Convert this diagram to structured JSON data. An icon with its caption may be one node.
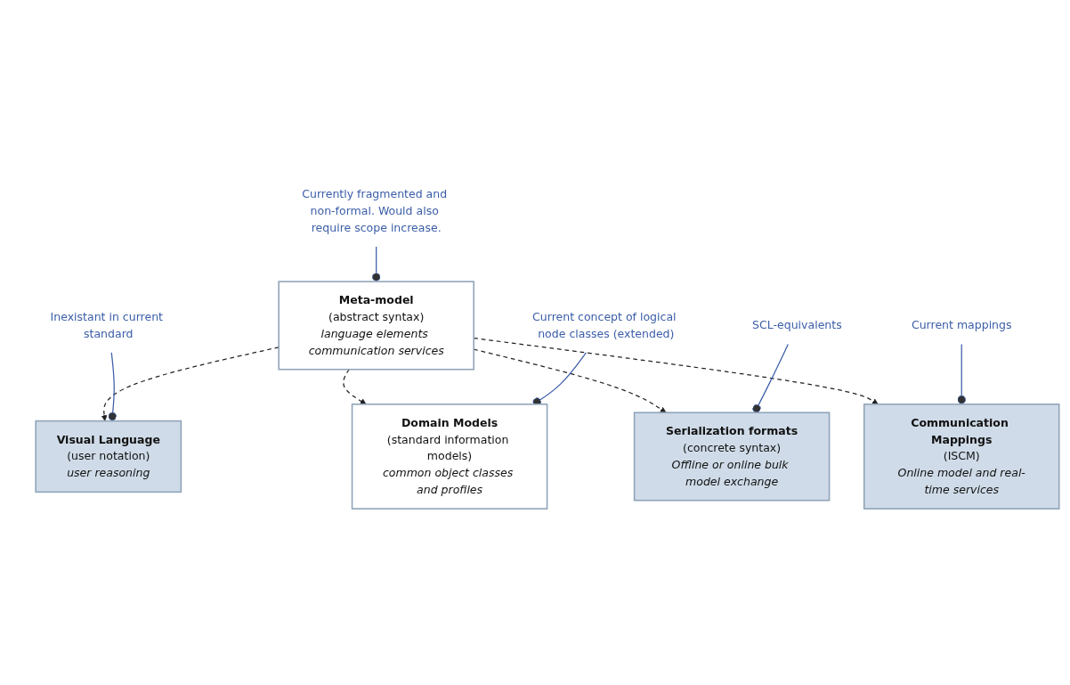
{
  "diagram": {
    "nodes": [
      {
        "text": [
          "Visual Language",
          "(user notation)",
          "user reasoning"
        ]
      },
      {
        "text": [
          "Domain Models",
          "(standard information models)",
          "common object classes and profiles"
        ]
      },
      {
        "text": [
          "Meta-model",
          "(abstract syntax)",
          "language elements communication services"
        ]
      },
      {
        "text": [
          "Serialization formats",
          "(concrete syntax)",
          "Offline or online bulk model exchange"
        ]
      },
      {
        "text": [
          "Communication Mappings",
          "(ISCM)",
          "Online model and real-time services"
        ]
      },
      {
        "text": [
          "Inexistant in current standard"
        ]
      },
      {
        "text": [
          "Current concept of logical node classes (extended)"
        ]
      },
      {
        "text": [
          "SCL-equivalents"
        ]
      },
      {
        "text": [
          "Currently fragmented and non-formal. Would also require scope increase."
        ]
      },
      {
        "text": [
          "Current mappings"
        ]
      }
    ],
    "edges": [
      {
        "from": 2,
        "to": 0,
        "arrow": "to",
        "style": "dashed",
        "color": "#222222"
      },
      {
        "from": 2,
        "to": 1,
        "arrow": "to",
        "style": "dashed",
        "color": "#222222"
      },
      {
        "from": 2,
        "to": 3,
        "arrow": "to",
        "style": "dashed",
        "color": "#222222"
      },
      {
        "from": 2,
        "to": 4,
        "arrow": "to",
        "style": "dashed",
        "color": "#222222"
      },
      {
        "from": 5,
        "to": 0,
        "arrow": "other",
        "color": "#3b5ea8"
      },
      {
        "from": 6,
        "to": 1,
        "arrow": "other",
        "color": "#3b5ea8"
      },
      {
        "from": 7,
        "to": 3,
        "arrow": "other",
        "color": "#3b5ea8"
      },
      {
        "from": 8,
        "to": 2,
        "arrow": "other",
        "color": "#3b5ea8"
      },
      {
        "from": 9,
        "to": 4,
        "arrow": "other",
        "color": "#3b5ea8"
      }
    ]
  }
}
